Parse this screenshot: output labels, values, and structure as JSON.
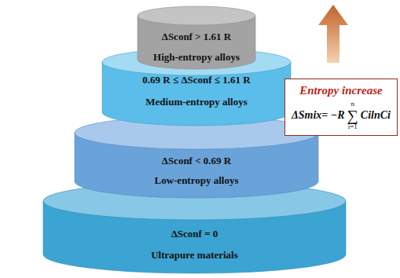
{
  "diagram": {
    "nodes": [
      {
        "text": [
          "ΔSconf > 1.61 R",
          "High-entropy alloys"
        ]
      },
      {
        "text": [
          "0.69 R ≤ ΔSconf ≤ 1.61 R",
          "Medium-entropy alloys"
        ]
      },
      {
        "text": [
          "ΔSconf < 0.69 R",
          "Low-entropy alloys"
        ]
      },
      {
        "text": [
          "ΔSconf = 0",
          "Ultrapure materials"
        ]
      },
      {
        "text": [
          "Entropy increase",
          "ΔSmix= −R",
          "n",
          "∑",
          "i=1",
          "CilnCi"
        ]
      }
    ]
  }
}
